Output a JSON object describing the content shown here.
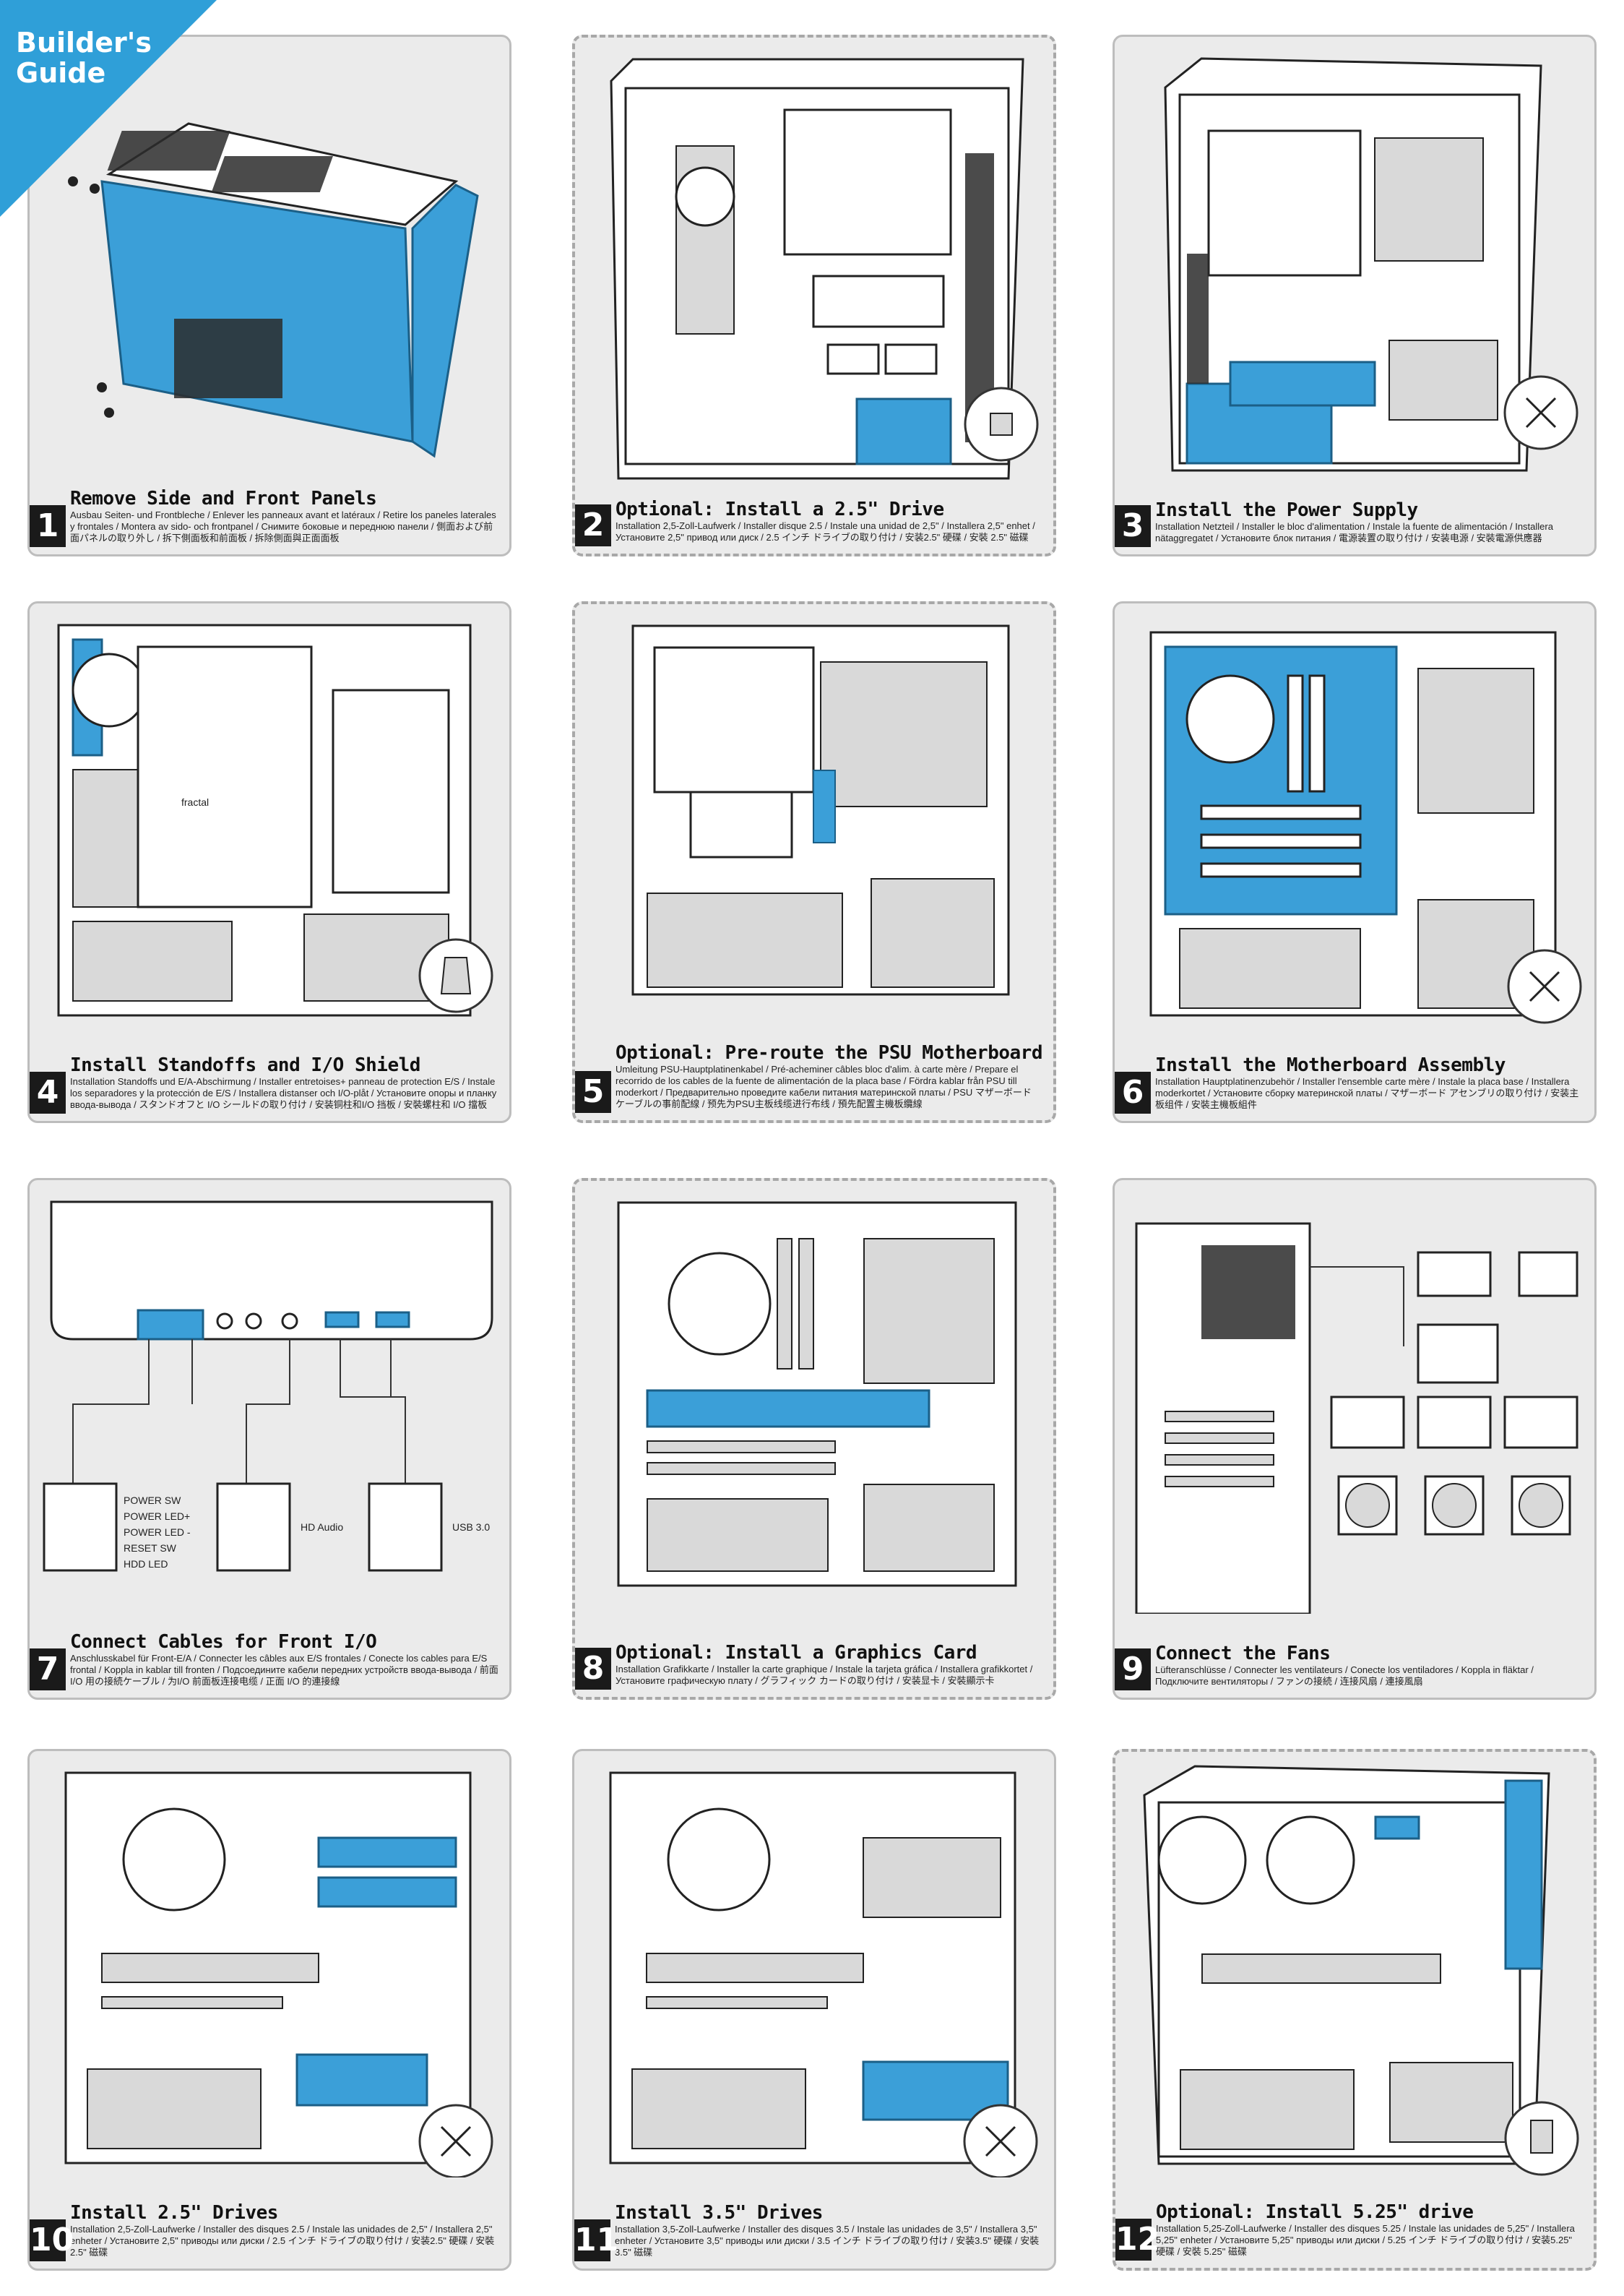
{
  "header": {
    "line1": "Builder's",
    "line2": "Guide"
  },
  "colors": {
    "accent": "#2f9fd8",
    "panel_bg": "#ebebeb",
    "step_badge": "#1a1a1a"
  },
  "steps": [
    {
      "number": "1",
      "title": "Remove Side and Front Panels",
      "subtitle": "Ausbau Seiten- und Frontbleche / Enlever les panneaux avant et latéraux / Retire los paneles laterales y frontales / Montera av sido- och frontpanel / Снимите боковые и переднюю панели / 側面および前面パネルの取り外し / 拆下側面板和前面板 / 拆除側面與正面面板"
    },
    {
      "number": "2",
      "title": "Optional: Install a 2.5\" Drive",
      "subtitle": "Installation 2,5-Zoll-Laufwerk / Installer disque 2.5 / Instale una unidad de 2,5\" / Installera 2,5\" enhet / Установите 2,5\" привод или диск / 2.5 インチ ドライブの取り付け / 安装2.5\" 硬碟 / 安裝 2.5\" 磁碟"
    },
    {
      "number": "3",
      "title": "Install the Power Supply",
      "subtitle": "Installation Netzteil / Installer le bloc d'alimentation / Instale la fuente de alimentación / Installera nätaggregatet / Установите блок питания / 電源装置の取り付け / 安装电源 / 安裝電源供應器"
    },
    {
      "number": "4",
      "title": "Install Standoffs and I/O Shield",
      "subtitle": "Installation Standoffs und E/A-Abschirmung / Installer entretoises+ panneau de protection E/S / Instale los separadores y la protección de E/S / Installera distanser och I/O-plåt / Установите опоры и планку ввода-вывода / スタンドオフと I/O シールドの取り付け / 安装铜柱和I/O 挡板 / 安裝螺柱和 I/O 擋板"
    },
    {
      "number": "5",
      "title": "Optional: Pre-route the PSU Motherboard Cables",
      "subtitle": "Umleitung PSU-Hauptplatinenkabel / Pré-acheminer câbles bloc d'alim. à carte mère / Prepare el recorrido de los cables de la fuente de alimentación de la placa base / Fördra kablar från PSU till moderkort / Предварительно проведите кабели питания материнской платы / PSU マザーボード ケーブルの事前配線 / 预先为PSU主板线缆进行布线 / 預先配置主機板纜線"
    },
    {
      "number": "6",
      "title": "Install the Motherboard Assembly",
      "subtitle": "Installation Hauptplatinenzubehör / Installer l'ensemble carte mère / Instale la placa base / Installera moderkortet / Установите сборку материнской платы / マザーボード アセンブリの取り付け / 安装主板组件 / 安裝主機板組件"
    },
    {
      "number": "7",
      "title": "Connect Cables for Front I/O",
      "subtitle": "Anschlusskabel für Front-E/A / Connecter les câbles aux E/S frontales / Conecte los cables para E/S frontal / Koppla in kablar till fronten / Подсоедините кабели передних устройств ввода-вывода / 前面 I/O 用の接続ケーブル / 为I/O 前面板连接电缆 / 正面 I/O 的連接線"
    },
    {
      "number": "8",
      "title": "Optional: Install a Graphics Card",
      "subtitle": "Installation Grafikkarte / Installer la carte graphique / Instale la tarjeta gráfica / Installera grafikkortet / Установите графическую плату / グラフィック カードの取り付け / 安装显卡 / 安裝顯示卡"
    },
    {
      "number": "9",
      "title": "Connect the Fans",
      "subtitle": "Lüfteranschlüsse / Connecter les ventilateurs / Conecte los ventiladores / Koppla in fläktar / Подключите вентиляторы / ファンの接続 / 连接风扇 / 連接風扇"
    },
    {
      "number": "10",
      "title": "Install 2.5\" Drives",
      "subtitle": "Installation 2,5-Zoll-Laufwerke / Installer des disques 2.5 / Instale las unidades de 2,5\" / Installera 2,5\" enheter / Установите 2,5\" приводы или диски / 2.5 インチ ドライブの取り付け / 安装2.5\" 硬碟 / 安裝 2.5\" 磁碟"
    },
    {
      "number": "11",
      "title": "Install 3.5\" Drives",
      "subtitle": "Installation 3,5-Zoll-Laufwerke / Installer des disques 3.5 / Instale las unidades de 3,5\" / Installera 3,5\" enheter / Установите 3,5\" приводы или диски / 3.5 インチ ドライブの取り付け / 安装3.5\" 硬碟 / 安裝 3.5\" 磁碟"
    },
    {
      "number": "12",
      "title": "Optional: Install 5.25\" drive",
      "subtitle": "Installation 5,25-Zoll-Laufwerke / Installer des disques 5.25 / Instale las unidades de 5,25\" / Installera 5,25\" enheter / Установите 5,25\" приводы или диски / 5.25 インチ ドライブの取り付け / 安装5.25\" 硬碟 / 安裝 5.25\" 磁碟"
    }
  ],
  "front_io_labels": {
    "power": [
      "POWER SW",
      "POWER LED+",
      "POWER LED -",
      "RESET SW",
      "HDD LED"
    ],
    "audio": "HD Audio",
    "usb": "USB 3.0"
  },
  "brand_badge": "fractal"
}
